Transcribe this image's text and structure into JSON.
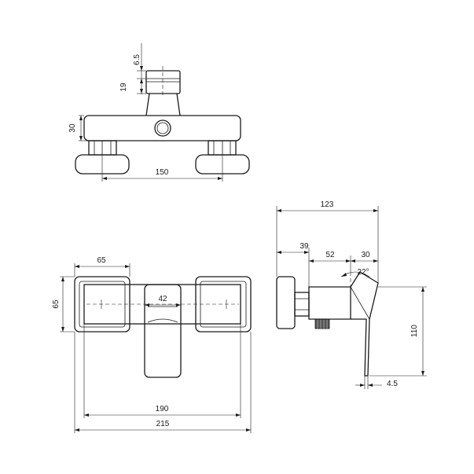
{
  "top_view": {
    "dims": {
      "cap_thickness": "6.5",
      "cap_height": "19",
      "body_height": "30",
      "spacing": "150"
    }
  },
  "front_view": {
    "dims": {
      "flange_width": "65",
      "flange_height": "65",
      "handle_width": "42",
      "inner_width": "190",
      "overall_width": "215"
    }
  },
  "side_view": {
    "dims": {
      "overall_depth": "123",
      "wall_to_body": "39",
      "body_depth": "52",
      "handle_depth": "30",
      "handle_angle": "22°",
      "height": "110",
      "handle_thickness": "4.5"
    }
  }
}
